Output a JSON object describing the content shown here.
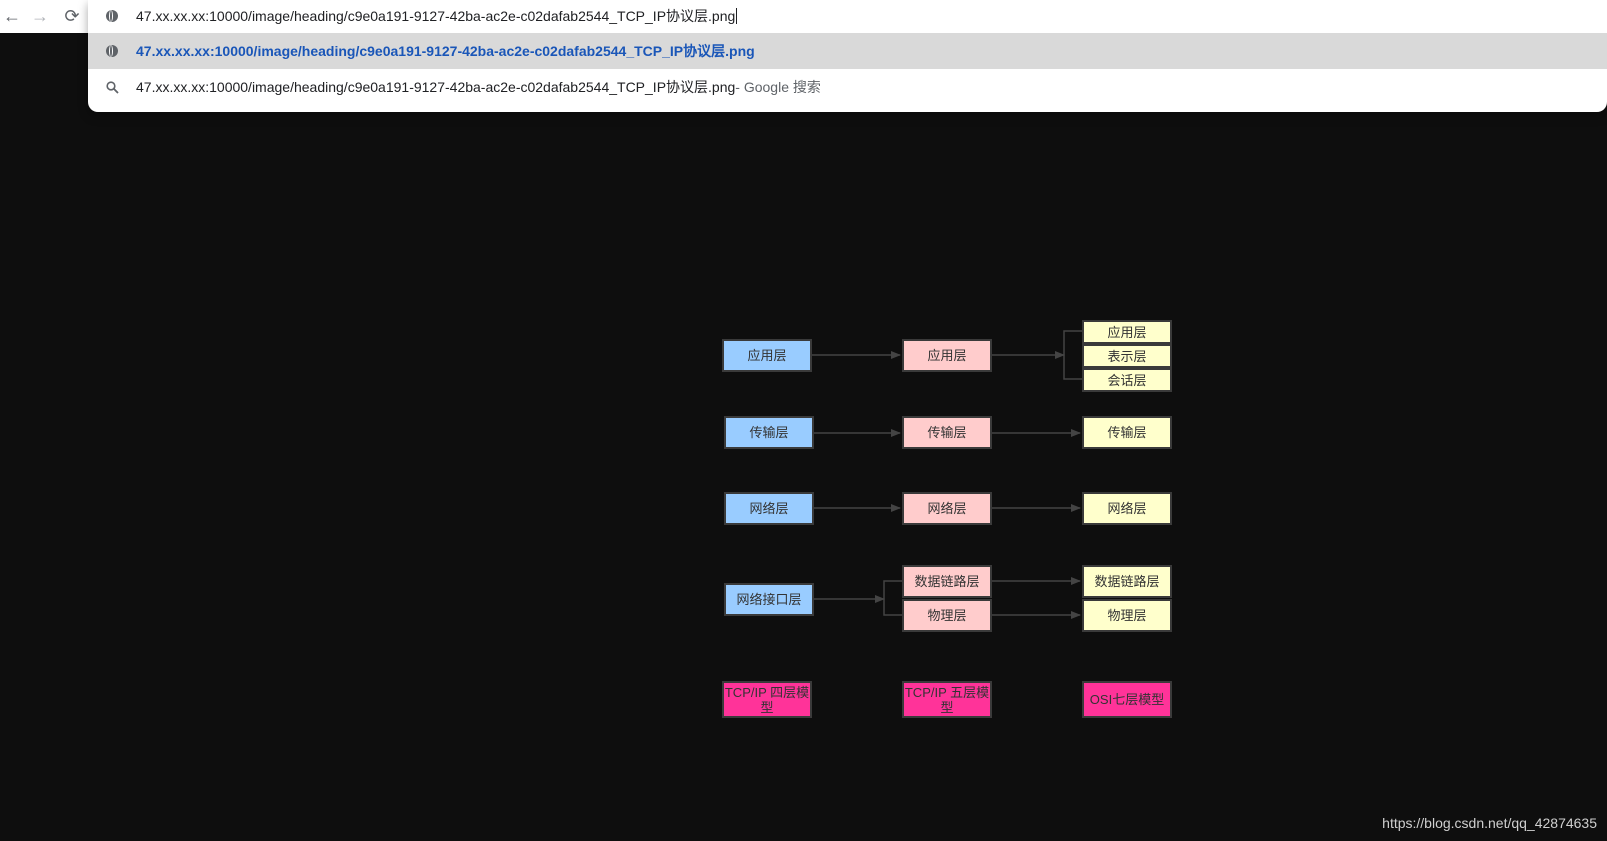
{
  "browser": {
    "back_icon": "←",
    "forward_icon": "→",
    "reload_icon": "⟳",
    "omnibox": {
      "input_text": "47.xx.xx.xx:10000/image/heading/c9e0a191-9127-42ba-ac2e-c02dafab2544_TCP_IP协议层.png",
      "suggestions": [
        {
          "text": "47.xx.xx.xx:10000/image/heading/c9e0a191-9127-42ba-ac2e-c02dafab2544_TCP_IP协议层.png",
          "icon": "globe-icon"
        },
        {
          "text": "47.xx.xx.xx:10000/image/heading/c9e0a191-9127-42ba-ac2e-c02dafab2544_TCP_IP协议层.png",
          "suffix": " - Google 搜索",
          "icon": "search-icon"
        }
      ]
    }
  },
  "diagram": {
    "tcpip4": {
      "app": "应用层",
      "transport": "传输层",
      "network": "网络层",
      "netif": "网络接口层",
      "caption": "TCP/IP 四层模型"
    },
    "tcpip5": {
      "app": "应用层",
      "transport": "传输层",
      "network": "网络层",
      "datalink": "数据链路层",
      "physical": "物理层",
      "caption": "TCP/IP 五层模型"
    },
    "osi7": {
      "app": "应用层",
      "presentation": "表示层",
      "session": "会话层",
      "transport": "传输层",
      "network": "网络层",
      "datalink": "数据链路层",
      "physical": "物理层",
      "caption": "OSI七层模型"
    },
    "colors": {
      "col1": "#99ccff",
      "col2": "#ffcccc",
      "col3": "#ffffcc",
      "caption": "#ff3399",
      "connector": "#444444"
    }
  },
  "watermark": "https://blog.csdn.net/qq_42874635"
}
